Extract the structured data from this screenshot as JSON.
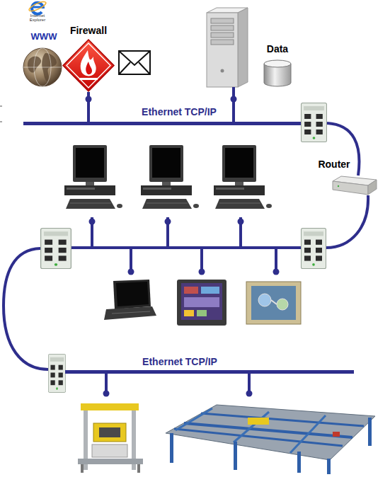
{
  "diagram": {
    "nodes": [
      {
        "text": [
          "Internet Explorer",
          "WWW"
        ]
      },
      {
        "text": [
          "Firewall"
        ]
      },
      {
        "text": [
          "Data"
        ]
      },
      {
        "text": [
          "Ethernet TCP/IP"
        ]
      },
      {
        "text": [
          "Router"
        ]
      },
      {
        "text": [
          "Ethernet TCP/IP"
        ]
      }
    ],
    "edges": [
      {
        "from": 1,
        "to": 3,
        "arrow": "none"
      }
    ]
  }
}
